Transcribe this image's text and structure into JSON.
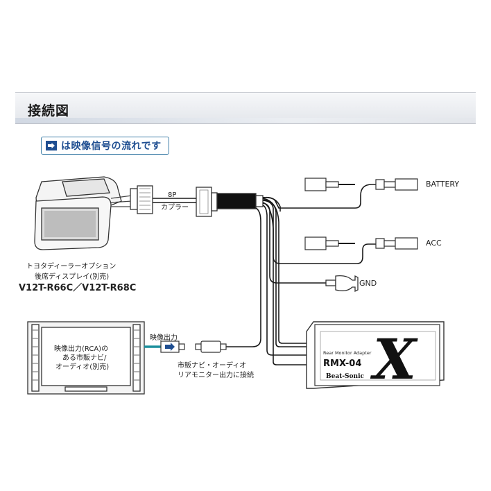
{
  "header": {
    "title": "接続図"
  },
  "legend": {
    "text": "は映像信号の流れです"
  },
  "display": {
    "caption_line1": "トヨタディーラーオプション",
    "caption_line2": "後席ディスプレイ(別売)",
    "model": "V12T-R66C／V12T-R68C"
  },
  "coupler": {
    "line1": "8P",
    "line2": "カプラー"
  },
  "terminals": {
    "battery": "BATTERY",
    "acc": "ACC",
    "gnd": "GND"
  },
  "navi": {
    "line1": "映像出力(RCA)の",
    "line2": "ある市販ナビ/",
    "line3": "オーディオ(別売)",
    "output_label": "映像出力"
  },
  "rca": {
    "line1": "市販ナビ・オーディオ",
    "line2": "リアモニター出力に接続"
  },
  "adapter": {
    "subtitle": "Rear Monitor Adapter",
    "model": "RMX-04",
    "brand": "Beat-Sonic",
    "logo": "X"
  },
  "colors": {
    "signal_arrow": "#1f4e91",
    "signal_cable": "#1b8f9c",
    "wire": "#222222"
  }
}
